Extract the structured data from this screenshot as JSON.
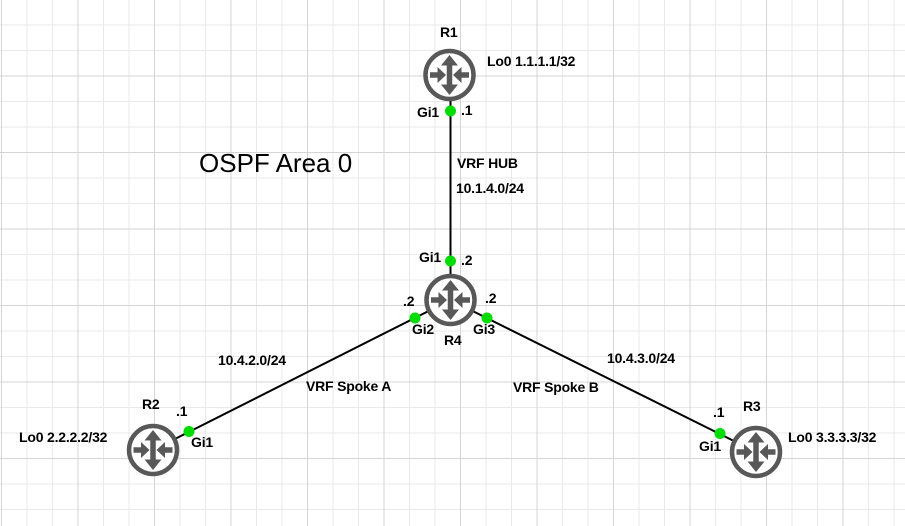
{
  "area_label": "OSPF Area 0",
  "colors": {
    "link_line": "#000000",
    "router_outline": "#585858",
    "router_fill": "#ffffff",
    "port_up_green": "#00dc00",
    "label_text": "#000000",
    "grid_minor": "#e9e9e9",
    "grid_major": "#d4d4d4"
  },
  "icons": {
    "router": "circle-with-four-direction-arrows"
  },
  "routers": [
    {
      "name": "R1",
      "loopback": "Lo0 1.1.1.1/32"
    },
    {
      "name": "R2",
      "loopback": "Lo0 2.2.2.2/32"
    },
    {
      "name": "R3",
      "loopback": "Lo0 3.3.3.3/32"
    },
    {
      "name": "R4"
    }
  ],
  "links": [
    {
      "vrf": "VRF HUB",
      "subnet": "10.1.4.0/24",
      "a": {
        "router": "R1",
        "interface": "Gi1",
        "ip": ".1"
      },
      "b": {
        "router": "R4",
        "interface": "Gi1",
        "ip": ".2"
      }
    },
    {
      "vrf": "VRF Spoke A",
      "subnet": "10.4.2.0/24",
      "a": {
        "router": "R4",
        "interface": "Gi2",
        "ip": ".2"
      },
      "b": {
        "router": "R2",
        "interface": "Gi1",
        "ip": ".1"
      }
    },
    {
      "vrf": "VRF Spoke B",
      "subnet": "10.4.3.0/24",
      "a": {
        "router": "R4",
        "interface": "Gi3",
        "ip": ".2"
      },
      "b": {
        "router": "R3",
        "interface": "Gi1",
        "ip": ".1"
      }
    }
  ]
}
